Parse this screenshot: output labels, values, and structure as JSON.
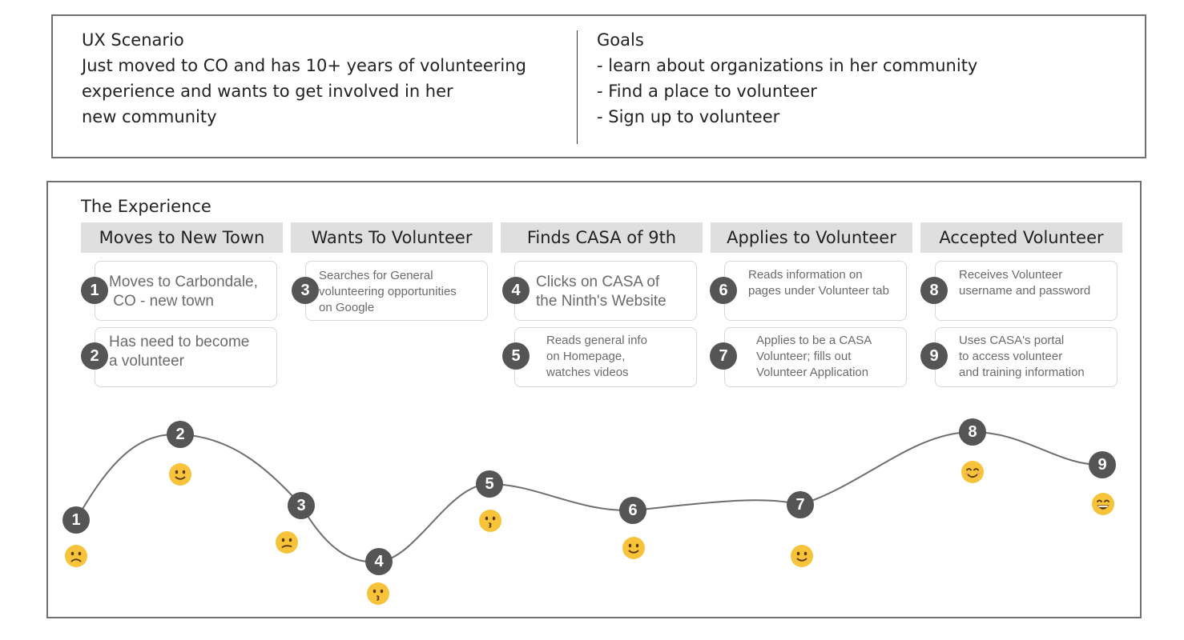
{
  "scenario": {
    "title": "UX Scenario",
    "lines": [
      "Just moved to CO and has 10+ years of volunteering",
      "experience and wants to get involved in her",
      "new community"
    ]
  },
  "goals": {
    "title": "Goals",
    "lines": [
      "- learn about organizations in her community",
      "- Find a place to volunteer",
      "- Sign up to volunteer"
    ]
  },
  "experience": {
    "title": "The Experience",
    "phases": [
      "Moves to New Town",
      "Wants To Volunteer",
      "Finds CASA of 9th",
      "Applies to Volunteer",
      "Accepted Volunteer"
    ],
    "steps": [
      {
        "num": "1",
        "lines": [
          "Moves to Carbondale,",
          " CO - new town"
        ]
      },
      {
        "num": "2",
        "lines": [
          "Has need to become",
          "a volunteer"
        ]
      },
      {
        "num": "3",
        "lines": [
          "Searches for General",
          "volunteering opportunities",
          "on Google"
        ]
      },
      {
        "num": "4",
        "lines": [
          "Clicks on CASA of",
          "the Ninth's Website"
        ]
      },
      {
        "num": "5",
        "lines": [
          "Reads general info",
          "on Homepage,",
          "watches videos"
        ]
      },
      {
        "num": "6",
        "lines": [
          "Reads information on",
          "pages under Volunteer tab"
        ]
      },
      {
        "num": "7",
        "lines": [
          "Applies to be a CASA",
          "Volunteer; fills out",
          "Volunteer Application"
        ]
      },
      {
        "num": "8",
        "lines": [
          "Receives Volunteer",
          "username and password"
        ]
      },
      {
        "num": "9",
        "lines": [
          "Uses CASA's portal",
          "to access volunteer",
          "and training information"
        ]
      }
    ],
    "journey": [
      {
        "num": "1",
        "mood": "frowning"
      },
      {
        "num": "2",
        "mood": "slightly-smiling"
      },
      {
        "num": "3",
        "mood": "confused"
      },
      {
        "num": "4",
        "mood": "kissing"
      },
      {
        "num": "5",
        "mood": "kissing"
      },
      {
        "num": "6",
        "mood": "slightly-smiling"
      },
      {
        "num": "7",
        "mood": "slightly-smiling"
      },
      {
        "num": "8",
        "mood": "smiling-eyes"
      },
      {
        "num": "9",
        "mood": "grinning"
      }
    ]
  },
  "colors": {
    "badge": "#555555",
    "phase_bg": "#dfdfdf",
    "emoji_face": "#f6c33b",
    "curve": "#6e6e6e"
  }
}
